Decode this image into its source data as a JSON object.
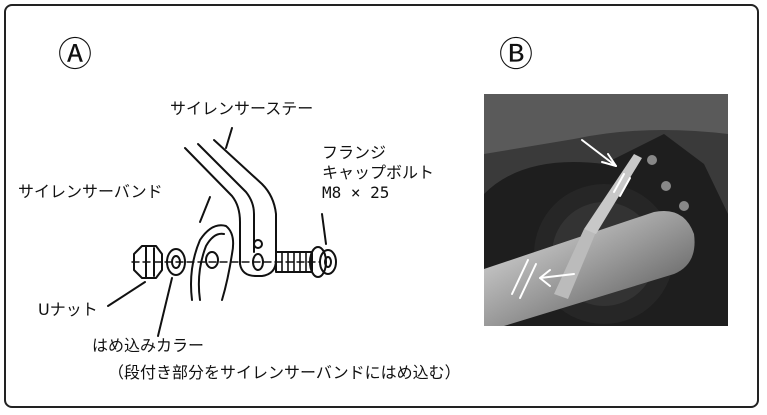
{
  "panel_a": {
    "label": "Ⓐ",
    "labels": {
      "silencer_stay": "サイレンサーステー",
      "flange_line1": "フランジ",
      "flange_line2": "キャップボルト",
      "bolt_size": "M8 × 25",
      "silencer_band": "サイレンサーバンド",
      "u_nut": "Uナット",
      "collar": "はめ込みカラー",
      "note": "（段付き部分をサイレンサーバンドにはめ込む）"
    }
  },
  "panel_b": {
    "label": "Ⓑ"
  },
  "colors": {
    "line": "#111111",
    "photo_dark": "#2b2b2b",
    "photo_mid": "#7a7a7a",
    "photo_light": "#d9d9d9"
  }
}
